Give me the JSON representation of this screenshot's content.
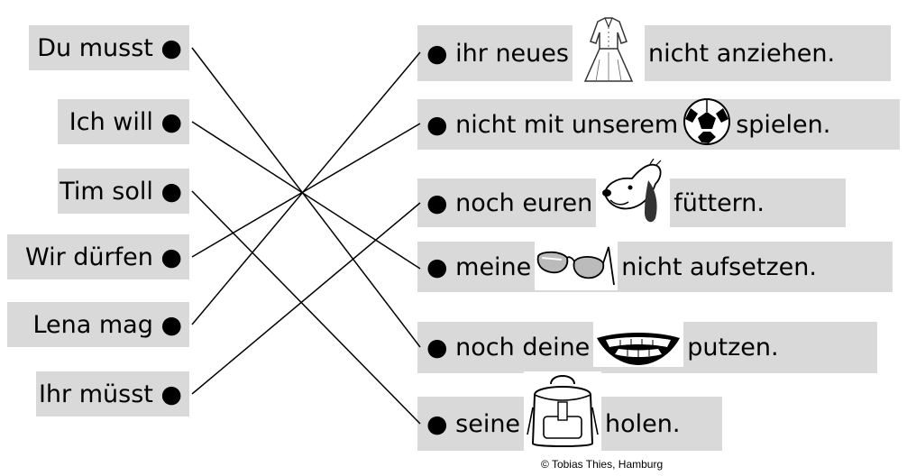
{
  "left_items": [
    {
      "text": "Du musst ●"
    },
    {
      "text": "Ich will ●"
    },
    {
      "text": "Tim soll ●"
    },
    {
      "text": "Wir dürfen ●"
    },
    {
      "text": "Lena mag ●"
    },
    {
      "text": "Ihr müsst ●"
    }
  ],
  "right_items": [
    {
      "before": "● ihr  neues",
      "picture": "dress-icon",
      "after": "nicht anziehen."
    },
    {
      "before": "● nicht mit unserem",
      "picture": "soccer-ball-icon",
      "after": "spielen."
    },
    {
      "before": "● noch euren",
      "picture": "dog-icon",
      "after": "füttern."
    },
    {
      "before": "● meine",
      "picture": "glasses-icon",
      "after": "nicht aufsetzen."
    },
    {
      "before": "● noch deine",
      "picture": "teeth-icon",
      "after": "putzen."
    },
    {
      "before": "● seine",
      "picture": "backpack-icon",
      "after": "holen."
    }
  ],
  "connections": [
    {
      "from": "Du musst",
      "to": "noch deine putzen."
    },
    {
      "from": "Ich will",
      "to": "meine nicht aufsetzen."
    },
    {
      "from": "Tim soll",
      "to": "seine holen."
    },
    {
      "from": "Wir dürfen",
      "to": "nicht mit unserem spielen."
    },
    {
      "from": "Lena mag",
      "to": "ihr neues nicht anziehen."
    },
    {
      "from": "Ihr müsst",
      "to": "noch euren füttern."
    }
  ],
  "copyright": "© Tobias Thies, Hamburg"
}
